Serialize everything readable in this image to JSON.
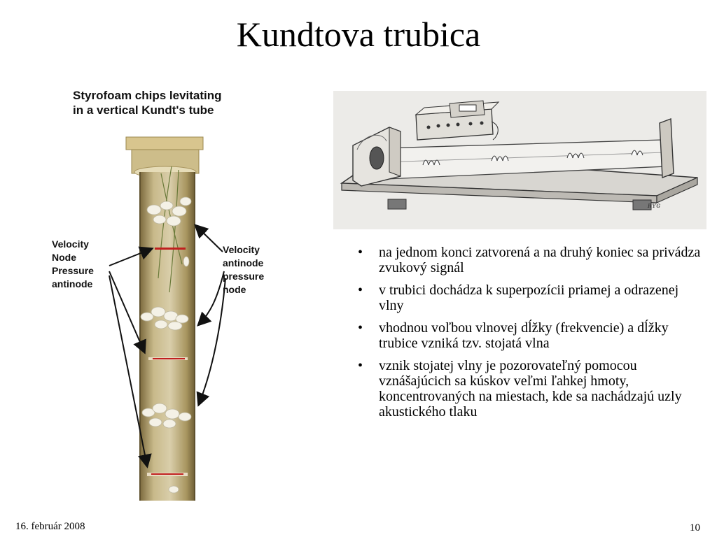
{
  "slide": {
    "title": "Kundtova trubica",
    "date": "16. február 2008",
    "page_number": "10"
  },
  "left_figure": {
    "caption_line1": "Styrofoam chips levitating",
    "caption_line2": "in a vertical Kundt's tube",
    "left_label": [
      "Velocity",
      "Node",
      "Pressure",
      "antinode"
    ],
    "right_label": [
      "Velocity",
      "antinode",
      "pressure",
      "node"
    ]
  },
  "right_figure": {
    "signature": "ʀʏɢ"
  },
  "bullets": [
    "na jednom konci zatvorená a na druhý koniec sa privádza zvukový signál",
    "v trubici dochádza k superpozícii priamej a odrazenej vlny",
    "vhodnou voľbou vlnovej dĺžky (frekvencie) a dĺžky trubice vzniká tzv. stojatá vlna",
    "vznik stojatej vlny je pozorovateľný pomocou vznášajúcich sa kúskov veľmi ľahkej hmoty, koncentrovaných na miestach, kde sa nachádzajú uzly akustického tlaku"
  ],
  "colors": {
    "tube_glass": "#bfae7c",
    "marker_red": "#c0201f",
    "chips": "#f4f1e6"
  }
}
